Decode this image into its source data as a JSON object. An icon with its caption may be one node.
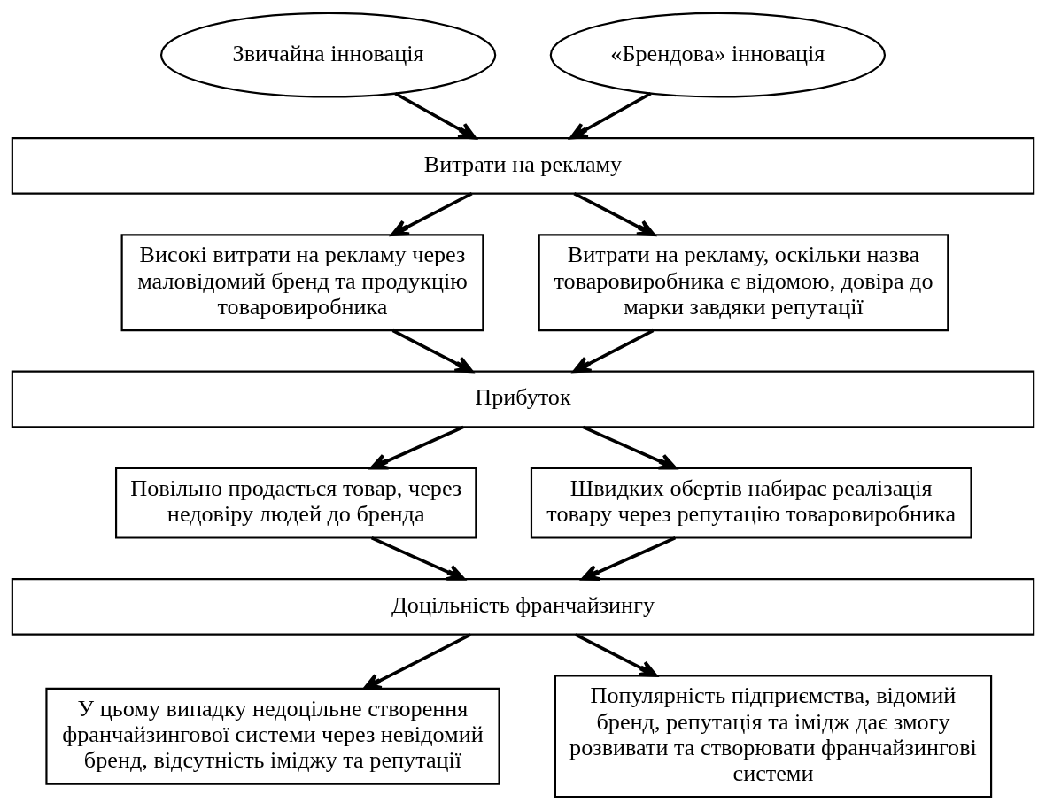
{
  "diagram": {
    "nodes": [
      {
        "text": [
          "Звичайна інновація"
        ]
      },
      {
        "text": [
          "«Брендова» інновація"
        ]
      },
      {
        "text": [
          "Витрати на рекламу"
        ]
      },
      {
        "text": [
          "Високі витрати на рекламу через маловідомий бренд та продукцію товаровиробника"
        ]
      },
      {
        "text": [
          "Витрати на рекламу, оскільки назва товаровиробника є відомою, довіра до марки завдяки репутації"
        ]
      },
      {
        "text": [
          "Прибуток"
        ]
      },
      {
        "text": [
          "Повільно продається товар, через недовіру людей до бренда"
        ]
      },
      {
        "text": [
          "Швидких обертів набирає реалізація товару через репутацію товаровиробника"
        ]
      },
      {
        "text": [
          "Доцільність франчайзингу"
        ]
      },
      {
        "text": [
          "У цьому випадку недоцільне створення франчайзингової системи через невідомий бренд, відсутність іміджу та репутації"
        ]
      },
      {
        "text": [
          "Популярність підприємства, відомий бренд, репутація та імідж дає змогу розвивати та створювати франчайзингові системи"
        ]
      }
    ],
    "edges": [
      {
        "from": 0,
        "to": 2,
        "arrow": "to"
      },
      {
        "from": 1,
        "to": 2,
        "arrow": "to"
      },
      {
        "from": 2,
        "to": 3,
        "arrow": "to"
      },
      {
        "from": 2,
        "to": 4,
        "arrow": "to"
      },
      {
        "from": 3,
        "to": 5,
        "arrow": "to"
      },
      {
        "from": 4,
        "to": 5,
        "arrow": "to"
      },
      {
        "from": 5,
        "to": 6,
        "arrow": "to"
      },
      {
        "from": 5,
        "to": 7,
        "arrow": "to"
      },
      {
        "from": 6,
        "to": 8,
        "arrow": "to"
      },
      {
        "from": 7,
        "to": 8,
        "arrow": "to"
      },
      {
        "from": 8,
        "to": 9,
        "arrow": "to"
      },
      {
        "from": 8,
        "to": 10,
        "arrow": "to"
      }
    ]
  }
}
